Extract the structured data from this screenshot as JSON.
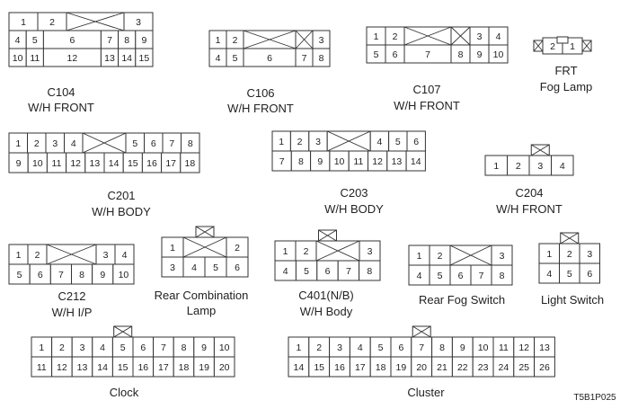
{
  "figure_code": "T5B1P025",
  "connectors": [
    {
      "id": "c104",
      "label": [
        "C104",
        "W/H FRONT"
      ],
      "rows": [
        [
          "1",
          "2",
          "",
          "",
          "3"
        ],
        [
          "4",
          "5",
          "6",
          "7",
          "8",
          "9"
        ],
        [
          "10",
          "11",
          "12",
          "13",
          "14",
          "15"
        ]
      ]
    },
    {
      "id": "c106",
      "label": [
        "C106",
        "W/H FRONT"
      ],
      "rows": [
        [
          "1",
          "2",
          "",
          "",
          "3"
        ],
        [
          "4",
          "5",
          "6",
          "7",
          "8"
        ]
      ]
    },
    {
      "id": "c107",
      "label": [
        "C107",
        "W/H FRONT"
      ],
      "rows": [
        [
          "1",
          "2",
          "",
          "",
          "3",
          "4"
        ],
        [
          "5",
          "6",
          "7",
          "8",
          "9",
          "10"
        ]
      ]
    },
    {
      "id": "frt-fog",
      "label": [
        "FRT",
        "Fog Lamp"
      ],
      "rows": [
        [
          "2",
          "1"
        ]
      ]
    },
    {
      "id": "c201",
      "label": [
        "C201",
        "W/H BODY"
      ],
      "rows": [
        [
          "1",
          "2",
          "3",
          "4",
          "",
          "",
          "5",
          "6",
          "7",
          "8"
        ],
        [
          "9",
          "10",
          "11",
          "12",
          "13",
          "14",
          "15",
          "16",
          "17",
          "18"
        ]
      ]
    },
    {
      "id": "c203",
      "label": [
        "C203",
        "W/H BODY"
      ],
      "rows": [
        [
          "1",
          "2",
          "3",
          "",
          "",
          "4",
          "5",
          "6"
        ],
        [
          "7",
          "8",
          "9",
          "10",
          "11",
          "12",
          "13",
          "14"
        ]
      ]
    },
    {
      "id": "c204",
      "label": [
        "C204",
        "W/H FRONT"
      ],
      "rows": [
        [
          "1",
          "2",
          "3",
          "4"
        ]
      ]
    },
    {
      "id": "c212",
      "label": [
        "C212",
        "W/H I/P"
      ],
      "rows": [
        [
          "1",
          "2",
          "",
          "",
          "3",
          "4"
        ],
        [
          "5",
          "6",
          "7",
          "8",
          "9",
          "10"
        ]
      ]
    },
    {
      "id": "rear-comb",
      "label": [
        "Rear Combination",
        "Lamp"
      ],
      "rows": [
        [
          "1",
          "",
          "",
          "2"
        ],
        [
          "3",
          "4",
          "5",
          "6"
        ]
      ]
    },
    {
      "id": "c401",
      "label": [
        "C401(N/B)",
        "W/H Body"
      ],
      "rows": [
        [
          "1",
          "2",
          "",
          "",
          "3"
        ],
        [
          "4",
          "5",
          "6",
          "7",
          "8"
        ]
      ]
    },
    {
      "id": "rear-fog-sw",
      "label": [
        "Rear Fog Switch"
      ],
      "rows": [
        [
          "1",
          "2",
          "",
          "",
          "3"
        ],
        [
          "4",
          "5",
          "6",
          "7",
          "8"
        ]
      ]
    },
    {
      "id": "light-sw",
      "label": [
        "Light Switch"
      ],
      "rows": [
        [
          "1",
          "2",
          "3"
        ],
        [
          "4",
          "5",
          "6"
        ]
      ]
    },
    {
      "id": "clock",
      "label": [
        "Clock"
      ],
      "rows": [
        [
          "1",
          "2",
          "3",
          "4",
          "5",
          "6",
          "7",
          "8",
          "9",
          "10"
        ],
        [
          "11",
          "12",
          "13",
          "14",
          "15",
          "16",
          "17",
          "18",
          "19",
          "20"
        ]
      ]
    },
    {
      "id": "cluster",
      "label": [
        "Cluster"
      ],
      "rows": [
        [
          "1",
          "2",
          "3",
          "4",
          "5",
          "6",
          "7",
          "8",
          "9",
          "10",
          "11",
          "12",
          "13"
        ],
        [
          "14",
          "15",
          "16",
          "17",
          "18",
          "19",
          "20",
          "21",
          "22",
          "23",
          "24",
          "25",
          "26"
        ]
      ]
    }
  ]
}
